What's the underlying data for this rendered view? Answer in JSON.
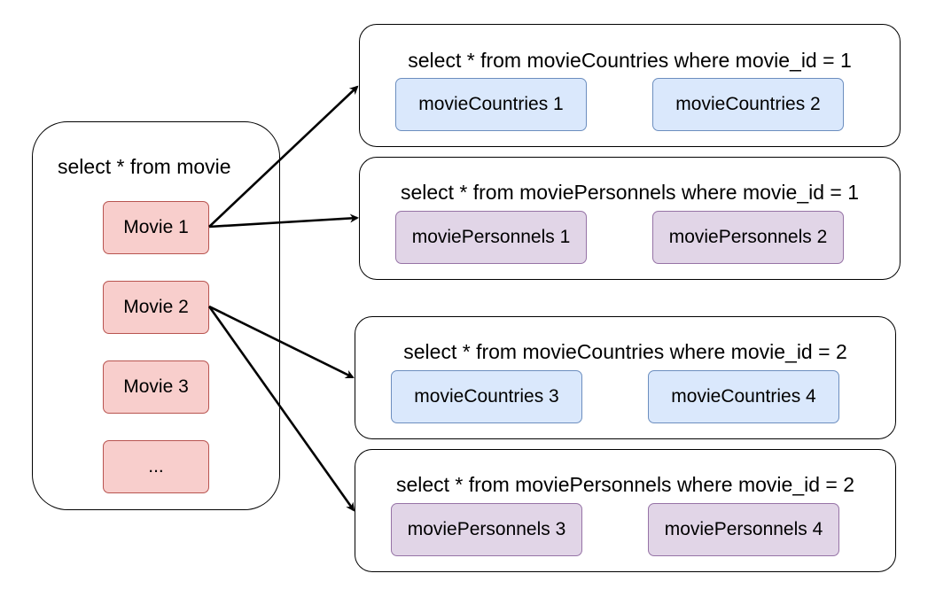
{
  "main": {
    "title": "select * from movie",
    "movies": [
      "Movie 1",
      "Movie 2",
      "Movie 3",
      "..."
    ]
  },
  "queries": [
    {
      "query": "select * from movieCountries where movie_id = 1",
      "kind": "countries",
      "items": [
        "movieCountries 1",
        "movieCountries 2"
      ]
    },
    {
      "query": "select * from moviePersonnels where movie_id = 1",
      "kind": "personnels",
      "items": [
        "moviePersonnels 1",
        "moviePersonnels 2"
      ]
    },
    {
      "query": "select * from movieCountries where movie_id = 2",
      "kind": "countries",
      "items": [
        "movieCountries 3",
        "movieCountries 4"
      ]
    },
    {
      "query": "select * from moviePersonnels where movie_id = 2",
      "kind": "personnels",
      "items": [
        "moviePersonnels 3",
        "moviePersonnels 4"
      ]
    }
  ],
  "colors": {
    "movie_fill": "#f8cecc",
    "movie_stroke": "#b85450",
    "country_fill": "#dae8fc",
    "country_stroke": "#6c8ebf",
    "personnel_fill": "#e1d5e7",
    "personnel_stroke": "#9673a6"
  }
}
